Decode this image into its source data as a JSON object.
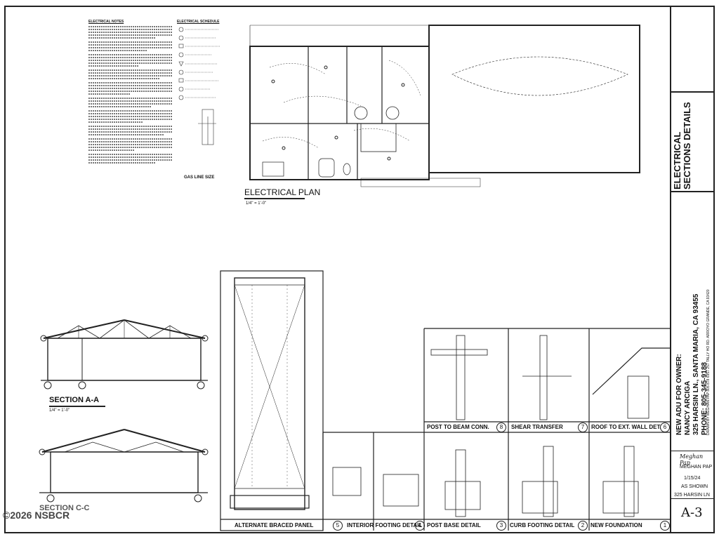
{
  "electrical_notes": {
    "title": "ELECTRICAL NOTES",
    "subtitle": "ELECTRICAL SCHEDULE",
    "gas_title": "GAS LINE SIZE"
  },
  "plan": {
    "title": "ELECTRICAL PLAN",
    "scale": "1/4\" = 1'-0\""
  },
  "sections": {
    "section_a_title": "SECTION A-A",
    "section_a_scale": "1/4\" = 1'-0\"",
    "section_b_title": "SECTION C-C"
  },
  "details": [
    {
      "label": "ALTERNATE BRACED PANEL",
      "num": "5"
    },
    {
      "label": "INTERIOR FOOTING DETAIL",
      "num": "4"
    },
    {
      "label": "POST BASE DETAIL",
      "num": "3"
    },
    {
      "label": "CURB FOOTING DETAIL",
      "num": "2"
    },
    {
      "label": "NEW FOUNDATION",
      "num": "1"
    },
    {
      "label": "POST TO BEAM CONN.",
      "num": "8"
    },
    {
      "label": "SHEAR TRANSFER",
      "num": "7"
    },
    {
      "label": "ROOF TO EXT. WALL DET.",
      "num": "6"
    }
  ],
  "title_block": {
    "sheet_title": "ELECTRICAL SECTIONS DETAILS",
    "owner_line1": "NEW ADU FOR OWNER:",
    "owner_line2": "NANCY ARCIGA",
    "owner_line3": "325 HARSIN LN., SANTA MARIA, CA 93455",
    "owner_line4": "PHONE: 805-345-9188",
    "drawn_by": "DRAWN BY MEGHAN PAP 805 878 6957 257 TALLY HO RD. ARROYO GRANDE, CA 93420",
    "signature": "Meghan Pap",
    "designer": "MEGHAN PAP",
    "date": "1/15/24",
    "scale": "AS SHOWN",
    "job": "325 HARSIN LN",
    "sheet_no": "A-3"
  },
  "watermark": "©2026 NSBCR"
}
